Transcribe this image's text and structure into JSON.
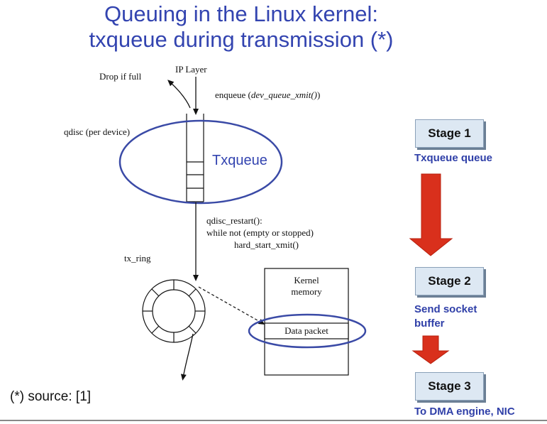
{
  "slide": {
    "title_line1": "Queuing in the Linux kernel:",
    "title_line2": "txqueue during transmission (*)",
    "footnote": "(*) source: [1]"
  },
  "diagram": {
    "drop_label": "Drop if full",
    "ip_layer_label": "IP Layer",
    "enqueue_label": "enqueue (",
    "enqueue_func": "dev_queue_xmit()",
    "enqueue_close": ")",
    "qdisc_label": "qdisc (per device)",
    "txqueue_label": "Txqueue",
    "restart_line1": "qdisc_restart():",
    "restart_line2": "while not (empty or stopped)",
    "restart_line3": "hard_start_xmit()",
    "tx_ring_label": "tx_ring",
    "kernel_line1": "Kernel",
    "kernel_line2": "memory",
    "data_packet_label": "Data packet"
  },
  "stages": [
    {
      "title": "Stage 1",
      "desc": "Txqueue queue"
    },
    {
      "title": "Stage 2",
      "desc_line1": "Send socket",
      "desc_line2": "buffer"
    },
    {
      "title": "Stage 3",
      "desc": "To DMA engine, NIC"
    }
  ],
  "colors": {
    "title": "#3344b0",
    "ellipse": "#3a4aa6",
    "arrow": "#d9301c",
    "stage_desc": "#2f3fa8"
  }
}
